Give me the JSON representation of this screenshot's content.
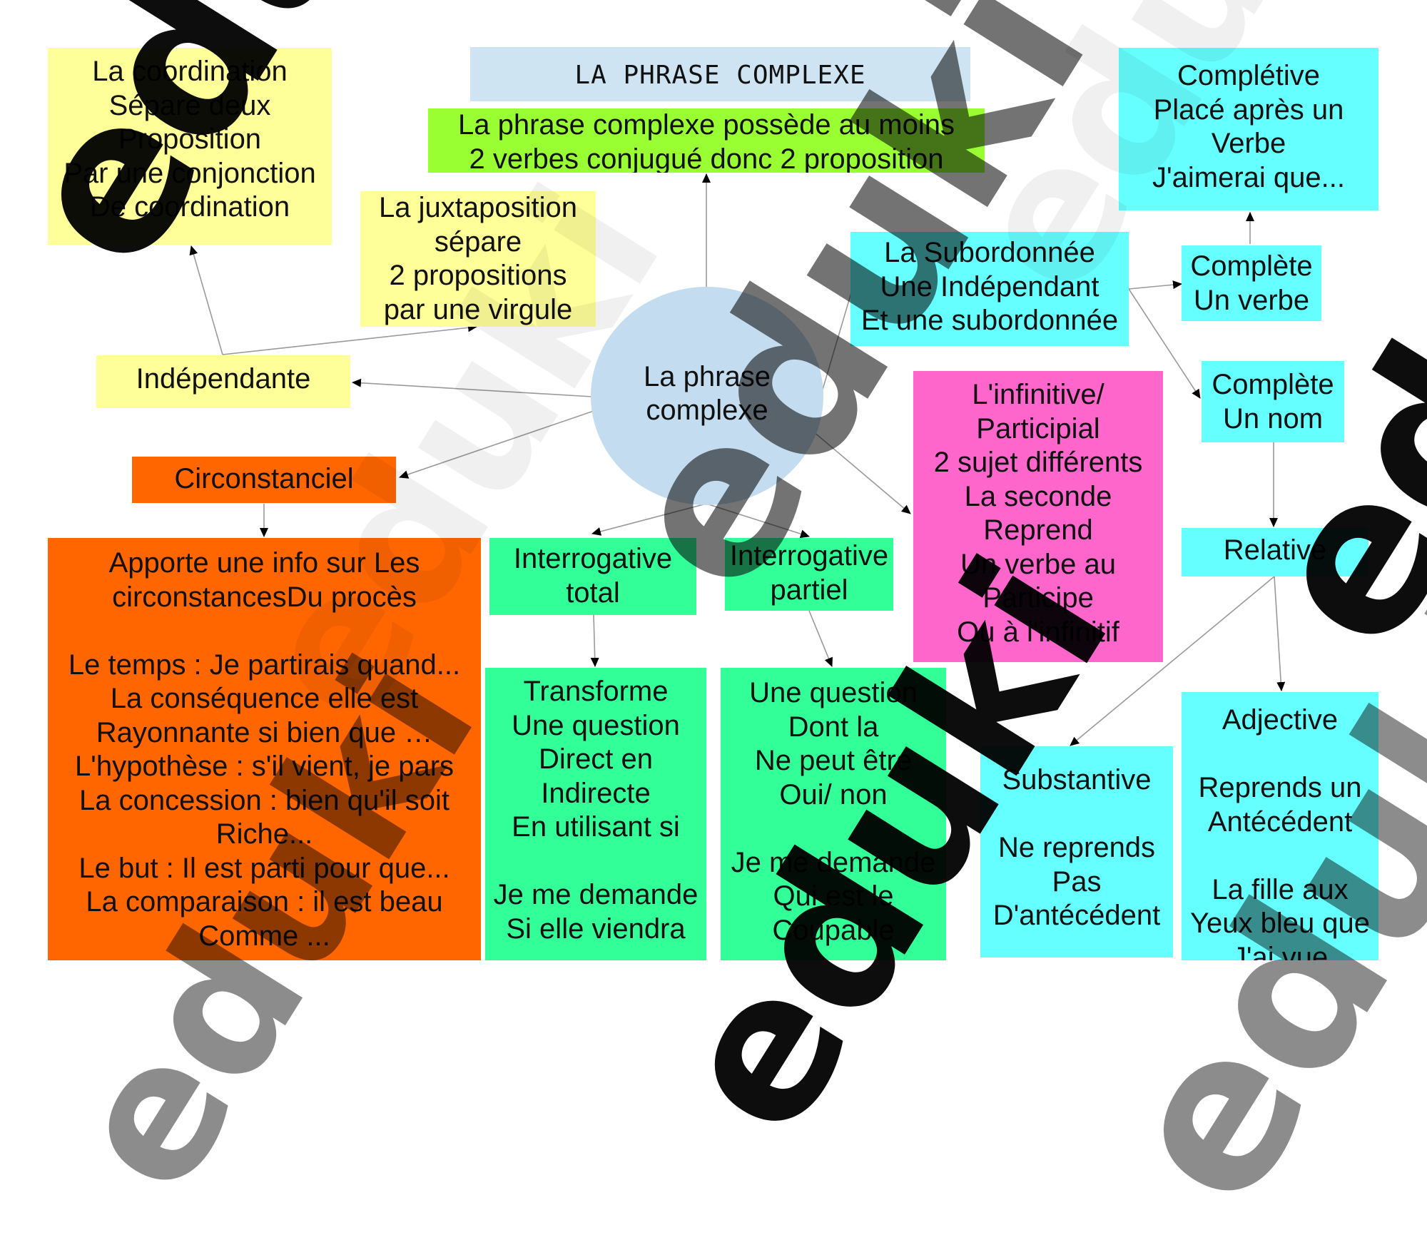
{
  "title": "LA PHRASE COMPLEXE",
  "center": {
    "lines": [
      "La phrase",
      "complexe"
    ]
  },
  "definition": {
    "lines": [
      "La phrase complexe possède au moins",
      "2 verbes conjugué donc 2 proposition"
    ]
  },
  "coordination": {
    "lines": [
      "La coordination",
      "Sépare deux",
      "Proposition",
      "Par une conjonction",
      "De coordination"
    ]
  },
  "juxtaposition": {
    "lines": [
      "La juxtaposition",
      "sépare",
      "2 propositions",
      "par une virgule"
    ]
  },
  "independante": {
    "lines": [
      "Indépendante"
    ]
  },
  "circonstanciel": {
    "lines": [
      "Circonstanciel"
    ]
  },
  "circonstanciel_detail": {
    "lines": [
      "Apporte une info sur Les",
      "circonstancesDu procès",
      "",
      "Le temps : Je partirais quand...",
      "La conséquence elle est",
      "Rayonnante si bien que …",
      "L'hypothèse : s'il vient, je pars",
      "La concession : bien qu'il soit",
      "Riche...",
      "Le but : Il est parti pour que...",
      "La comparaison : il est beau",
      "Comme ..."
    ]
  },
  "interrogative_total": {
    "lines": [
      "Interrogative",
      "total"
    ]
  },
  "interrogative_total_detail": {
    "lines": [
      "Transforme",
      "Une question",
      "Direct en",
      "Indirecte",
      "En utilisant si",
      "",
      "Je me demande",
      "Si elle viendra"
    ]
  },
  "interrogative_partiel": {
    "lines": [
      "Interrogative",
      "partiel"
    ]
  },
  "interrogative_partiel_detail": {
    "lines": [
      "Une question",
      "Dont la",
      "Ne peut être",
      "Oui/ non",
      "",
      "Je me demande",
      "Qui est le",
      "Coupable"
    ]
  },
  "subordonnee": {
    "lines": [
      "La Subordonnée",
      "Une Indépendant",
      "Et une subordonnée"
    ]
  },
  "infinitive": {
    "lines": [
      "L'infinitive/",
      "Participial",
      "2 sujet différents",
      "La seconde",
      "Reprend",
      "Un verbe au",
      "Participe",
      "Ou à l'infinitif"
    ]
  },
  "completive": {
    "lines": [
      "Complétive",
      "Placé après un",
      "Verbe",
      "J'aimerai que..."
    ]
  },
  "complete_verbe": {
    "lines": [
      "Complète",
      "Un verbe"
    ]
  },
  "complete_nom": {
    "lines": [
      "Complète",
      "Un nom"
    ]
  },
  "relative": {
    "lines": [
      "Relative"
    ]
  },
  "substantive": {
    "lines": [
      "Substantive",
      "",
      "Ne reprends",
      "Pas",
      "D'antécédent"
    ]
  },
  "adjective": {
    "lines": [
      "Adjective",
      "",
      "Reprends un",
      "Antécédent",
      "",
      "La fille aux",
      "Yeux bleu que",
      "J'ai vue"
    ]
  },
  "watermark": {
    "text": "eduki"
  },
  "colors": {
    "yellow": "#ffff99",
    "lime": "#99ff33",
    "orange": "#ff6600",
    "mint": "#33ff99",
    "cyan": "#66ffff",
    "magenta": "#ff66cc",
    "title_bg": "#cfe4f3",
    "circle": "#c3dcef"
  }
}
